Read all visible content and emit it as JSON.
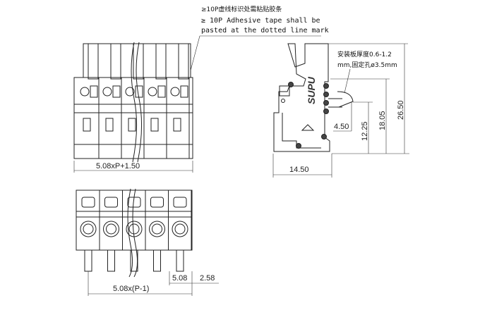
{
  "note": {
    "line_cn": "≥10P虚线标识处需粘贴胶条",
    "line_en_1": "≥ 10P Adhesive tape shall be",
    "line_en_2": "pasted at the dotted line mark"
  },
  "front_view": {
    "width_dim": "5.08xP+1.50"
  },
  "bottom_view": {
    "pitch_dim": "5.08",
    "offset_dim": "2.58",
    "span_dim": "5.08x(P-1)"
  },
  "side_view": {
    "brand": "SUPU",
    "panel_note_1": "安装板厚度0.6-1.2",
    "panel_note_2": "mm,固定孔ø3.5mm",
    "depth_dim": "14.50",
    "latch_dim": "4.50",
    "height_dim_1": "12.25",
    "height_dim_2": "18.05",
    "height_dim_3": "26.50"
  }
}
